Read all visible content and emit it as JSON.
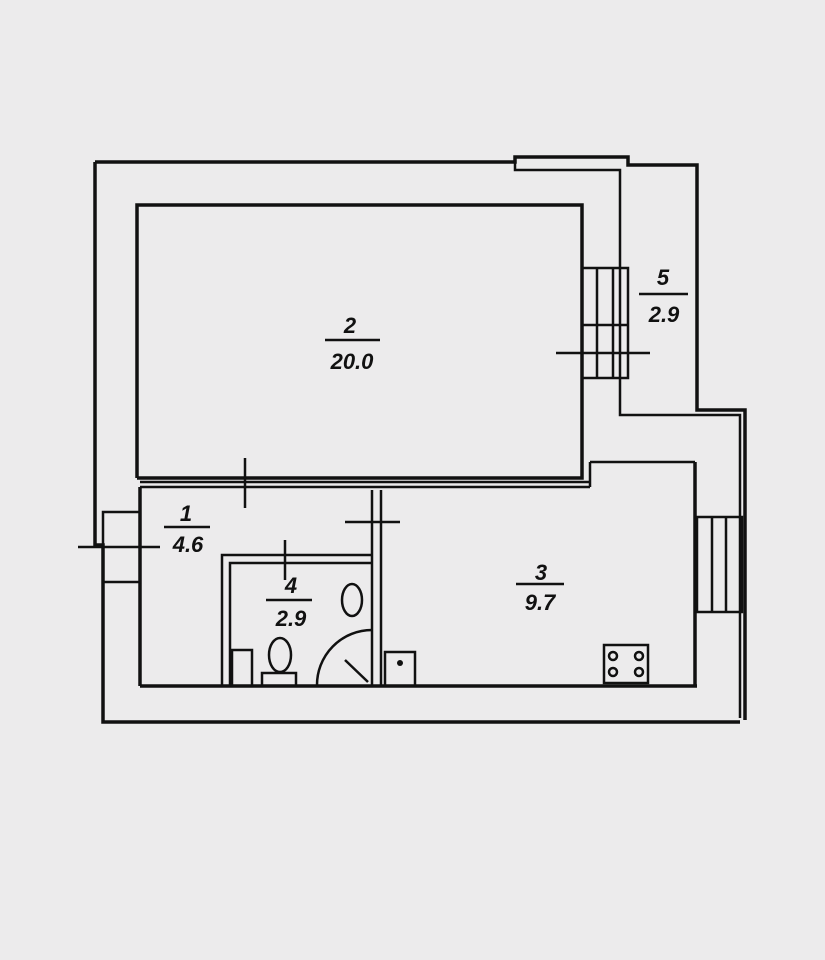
{
  "plan": {
    "rooms": [
      {
        "number": "1",
        "area": "4.6"
      },
      {
        "number": "2",
        "area": "20.0"
      },
      {
        "number": "3",
        "area": "9.7"
      },
      {
        "number": "4",
        "area": "2.9"
      },
      {
        "number": "5",
        "area": "2.9"
      }
    ],
    "colors": {
      "background": "#ecebec",
      "line": "#111111"
    }
  }
}
